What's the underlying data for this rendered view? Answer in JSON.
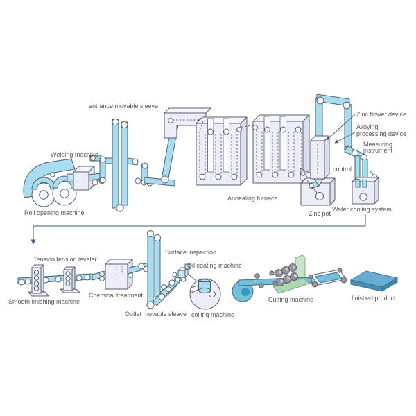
{
  "diagram": {
    "type": "process-flow",
    "labels": {
      "entrance_movable_sleeve": "entrance movable sleeve",
      "welding_machine": "Welding machine",
      "roll_opening_machine": "Roll opening machine",
      "annealing_furnace": "Annealing furnace",
      "zinc_flower_device": "Zinc flower device",
      "alloying_line1": "Alloying",
      "alloying_line2": "processing device",
      "measuring_line1": "Measuring",
      "measuring_line2": "instrument",
      "control": "control",
      "zinc_pot": "Zinc pot",
      "water_cooling_system": "Water cooling system",
      "tension_leveler": "Tension tension leveler",
      "smooth_finishing_machine": "Smooth finishing machine",
      "chemical_treatment": "Chemical treatment",
      "surface_inspection": "Surface inspection",
      "oil_coating_machine": "Oil coating machine",
      "outlet_movable_sleeve": "Outlet movable sleeve",
      "coiling_machine": "coiling machine",
      "cutting_machine": "Cutting machine",
      "finished_product": "finished product"
    },
    "colors": {
      "background": "#ffffff",
      "strip_blue": "#aadcf0",
      "tube_cyan": "#9fe2ec",
      "machine_fill": "#ecedf8",
      "machine_top": "#f6f7fc",
      "machine_side": "#dcdeee",
      "outline": "#4b6070",
      "label_text": "#585858",
      "connector": "#3d5a80",
      "cutting_green": "#c2e2c4",
      "teal_strip": "#74c0da",
      "teal_roll": "#62b6d4",
      "teal_roll_core": "#2d9abe",
      "product_top": "#68aed2",
      "product_side": "#4a8cb4",
      "roller_gray": "#95959d"
    }
  }
}
